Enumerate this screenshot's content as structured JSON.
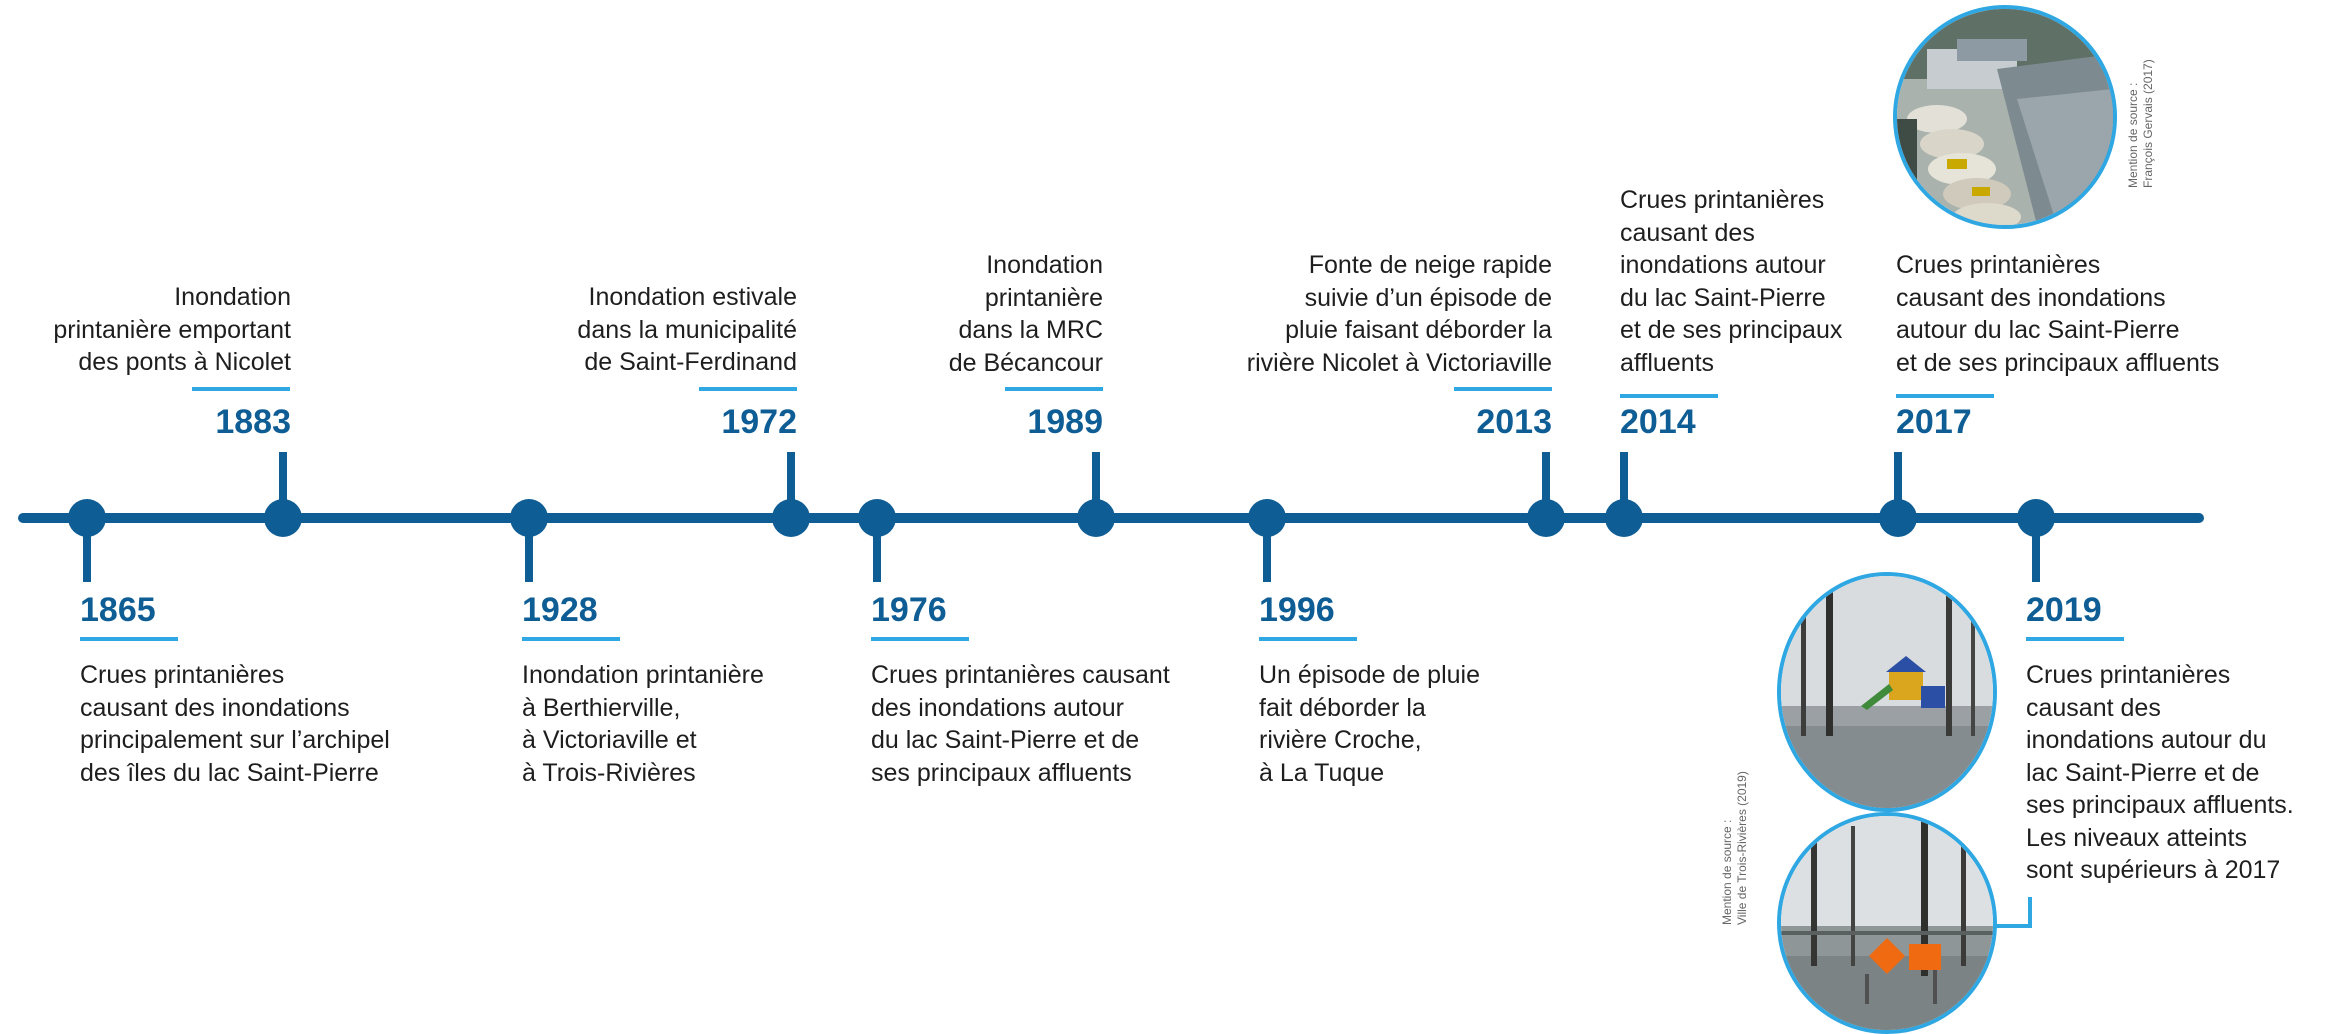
{
  "timeline": {
    "events": [
      {
        "year": "1865",
        "lines": [
          "Crues printanières",
          "causant des inondations",
          "principalement sur l’archipel",
          "des îles du lac Saint-Pierre"
        ]
      },
      {
        "year": "1883",
        "lines": [
          "Inondation",
          "printanière emportant",
          "des ponts à Nicolet"
        ]
      },
      {
        "year": "1928",
        "lines": [
          "Inondation printanière",
          "à Berthierville,",
          "à Victoriaville et",
          "à Trois-Rivières"
        ]
      },
      {
        "year": "1972",
        "lines": [
          "Inondation estivale",
          "dans la municipalité",
          "de Saint-Ferdinand"
        ]
      },
      {
        "year": "1976",
        "lines": [
          "Crues printanières causant",
          "des inondations autour",
          "du lac Saint-Pierre et de",
          "ses principaux affluents"
        ]
      },
      {
        "year": "1989",
        "lines": [
          "Inondation",
          "printanière",
          "dans la MRC",
          "de Bécancour"
        ]
      },
      {
        "year": "1996",
        "lines": [
          "Un épisode de pluie",
          "fait déborder la",
          "rivière Croche,",
          "à La Tuque"
        ]
      },
      {
        "year": "2013",
        "lines": [
          "Fonte de neige rapide",
          "suivie d’un épisode de",
          "pluie faisant déborder la",
          "rivière Nicolet à Victoriaville"
        ]
      },
      {
        "year": "2014",
        "lines": [
          "Crues printanières",
          "causant des",
          "inondations autour",
          "du lac Saint-Pierre",
          "et de ses principaux",
          "affluents"
        ]
      },
      {
        "year": "2017",
        "lines": [
          "Crues printanières",
          "causant des inondations",
          "autour du lac Saint-Pierre",
          "et de ses principaux affluents"
        ]
      },
      {
        "year": "2019",
        "lines": [
          "Crues printanières",
          "causant des",
          "inondations autour du",
          "lac Saint-Pierre et de",
          "ses principaux affluents.",
          "Les niveaux atteints",
          "sont supérieurs à 2017"
        ]
      }
    ]
  },
  "photos": {
    "credit_2017": [
      "Mention de source :",
      "François Gervais (2017)"
    ],
    "credit_2019": [
      "Mention de source :",
      "Ville de Trois-Rivières (2019)"
    ]
  },
  "colors": {
    "line": "#0e5d94",
    "accent": "#2fa7e2",
    "text": "#1e1e1e"
  }
}
